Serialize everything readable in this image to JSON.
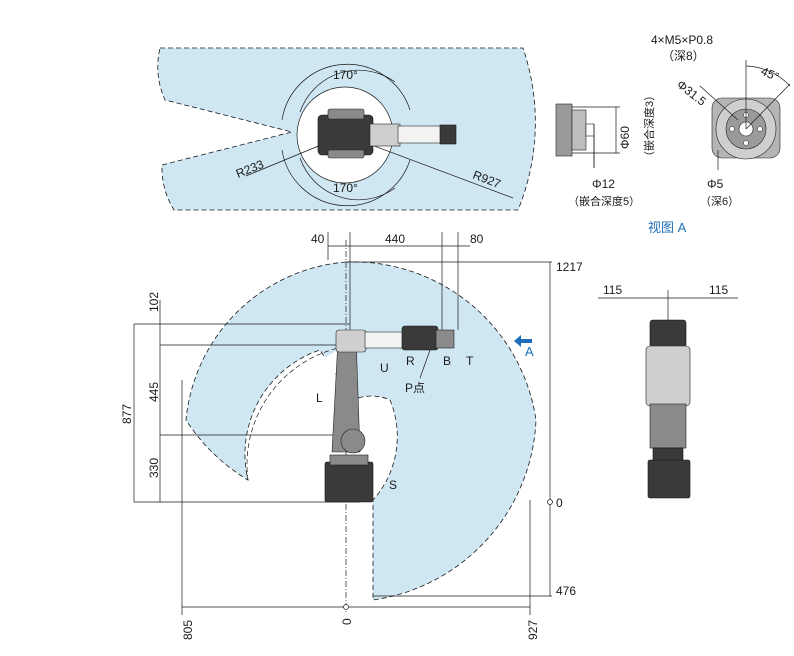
{
  "top_view": {
    "angle_top": "170°",
    "angle_bottom": "170°",
    "radius_inner": "R233",
    "radius_outer": "R927"
  },
  "flange_view": {
    "hole_spec": "4×M5×P0.8",
    "hole_depth": "（深8）",
    "pcd": "Φ31.5",
    "angle": "45°",
    "outer_dia": "Φ60",
    "outer_depth": "（嵌合深度3）",
    "bore_dia": "Φ12",
    "bore_depth": "（嵌合深度5）",
    "pin_dia": "Φ5",
    "pin_depth": "（深6）",
    "caption": "视图 A"
  },
  "side_view": {
    "dim_top": [
      "40",
      "440",
      "80"
    ],
    "dim_left": [
      "102",
      "445",
      "877",
      "330"
    ],
    "dim_right": [
      "1217",
      "0",
      "476"
    ],
    "dim_bottom": [
      "805",
      "0",
      "927"
    ],
    "axis_labels": [
      "L",
      "U",
      "R",
      "B",
      "T",
      "S"
    ],
    "p_point": "P点",
    "view_arrow": "A"
  },
  "front_view": {
    "dim_left": "115",
    "dim_right": "115"
  },
  "colors": {
    "zone_fill": "#cfe7f3",
    "accent_blue": "#1f6fb8"
  }
}
